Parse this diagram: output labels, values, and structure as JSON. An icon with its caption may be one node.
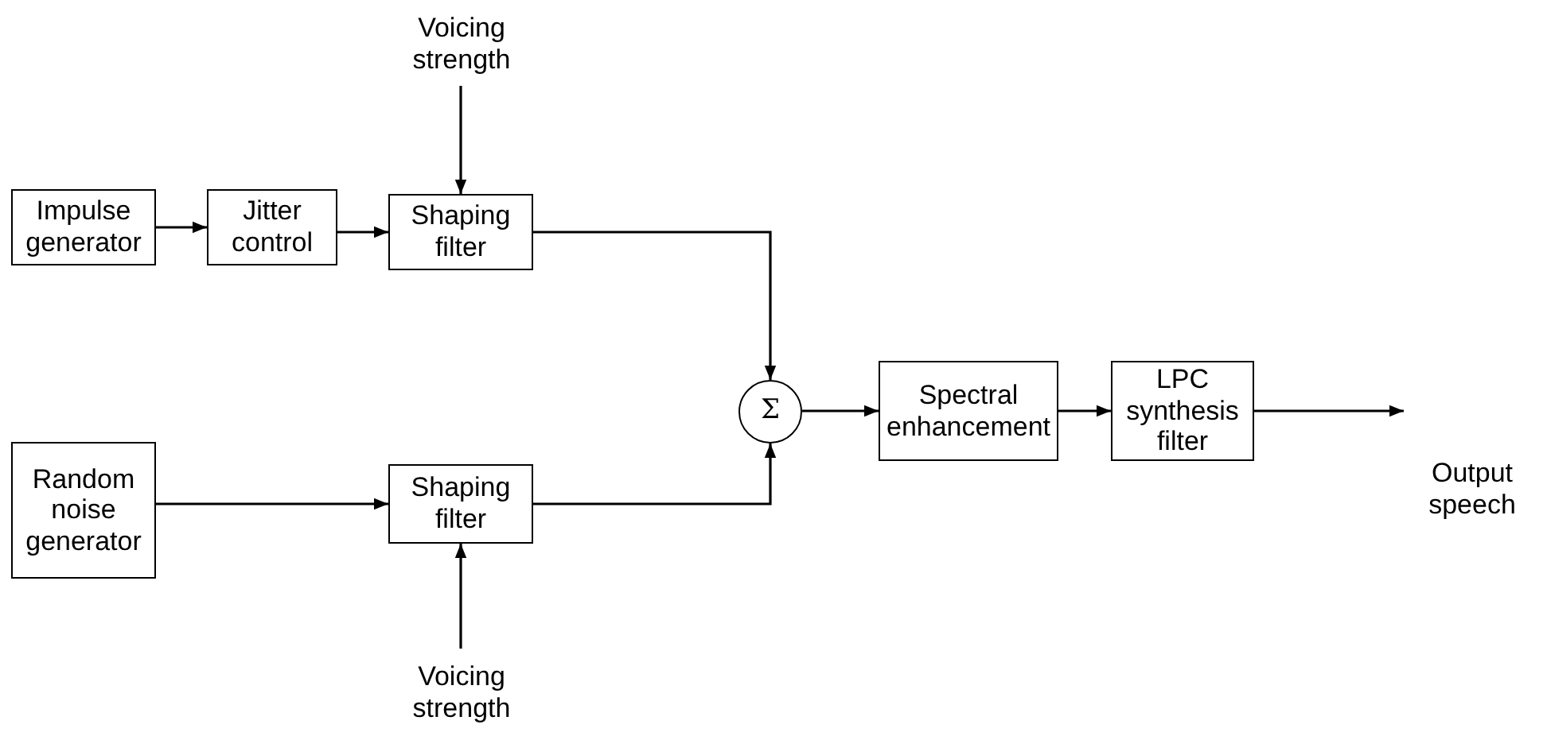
{
  "diagram": {
    "nodes": [
      {
        "text": [
          "Voicing strength"
        ]
      },
      {
        "text": [
          "Impulse generator"
        ]
      },
      {
        "text": [
          "Jitter control"
        ]
      },
      {
        "text": [
          "Shaping filter"
        ]
      },
      {
        "text": [
          "Σ"
        ]
      },
      {
        "text": [
          "Spectral enhancement"
        ]
      },
      {
        "text": [
          "LPC synthesis filter"
        ]
      },
      {
        "text": [
          "Random noise generator"
        ]
      },
      {
        "text": [
          "Shaping filter"
        ]
      },
      {
        "text": [
          "Voicing strength"
        ]
      }
    ],
    "edges": [
      {
        "from": 0,
        "to": 3,
        "arrow": "to"
      },
      {
        "from": 1,
        "to": 2,
        "arrow": "to"
      },
      {
        "from": 2,
        "to": 3,
        "arrow": "to"
      },
      {
        "from": 3,
        "to": 4,
        "arrow": "to"
      },
      {
        "from": 8,
        "to": 4,
        "arrow": "to"
      },
      {
        "from": 4,
        "to": 5,
        "arrow": "to"
      },
      {
        "from": 5,
        "to": 6,
        "arrow": "to"
      },
      {
        "from": 6,
        "to": null,
        "arrow": "to"
      },
      {
        "from": 7,
        "to": 8,
        "arrow": "to"
      },
      {
        "from": 9,
        "to": 8,
        "arrow": "to"
      }
    ],
    "labels": [
      "Output speech"
    ]
  }
}
